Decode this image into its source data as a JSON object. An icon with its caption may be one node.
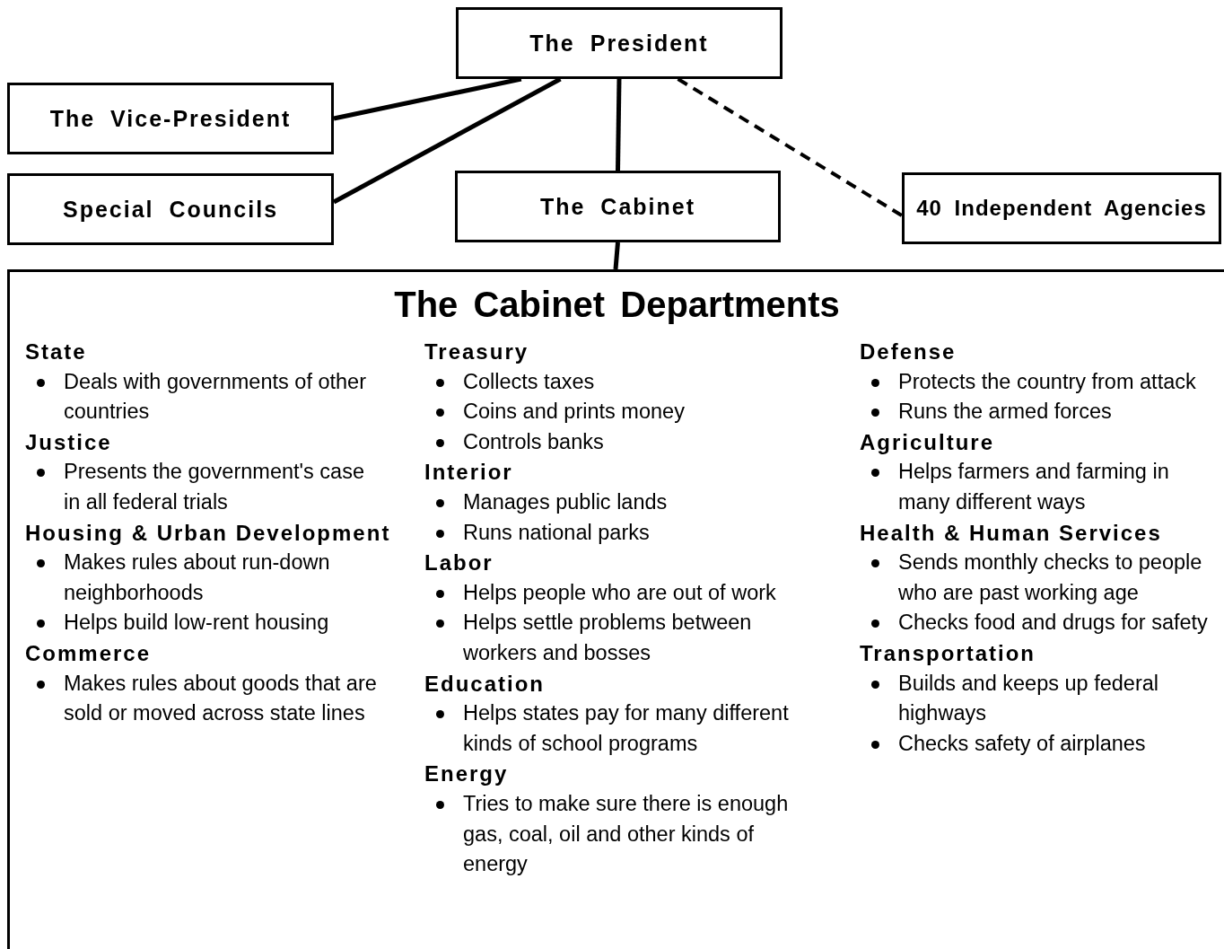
{
  "diagram": {
    "nodes": [
      {
        "text": [
          "The President"
        ]
      },
      {
        "text": [
          "The Vice-President"
        ]
      },
      {
        "text": [
          "Special Councils"
        ]
      },
      {
        "text": [
          "The Cabinet"
        ]
      },
      {
        "text": [
          "40 Independent Agencies"
        ]
      },
      {
        "text": [
          "The Cabinet Departments",
          "State",
          "Deals with governments of other countries",
          "Justice",
          "Presents the government's case in all federal trials",
          "Housing & Urban Development",
          "Makes rules about run-down neighborhoods",
          "Helps build low-rent housing",
          "Commerce",
          "Makes rules about goods that are sold or moved across state lines",
          "Treasury",
          "Collects taxes",
          "Coins and prints money",
          "Controls banks",
          "Interior",
          "Manages public lands",
          "Runs national parks",
          "Labor",
          "Helps people who are out of work",
          "Helps settle problems between workers and bosses",
          "Education",
          "Helps states pay for many different kinds of school programs",
          "Energy",
          "Tries to make sure there is enough gas, coal, oil and other kinds of energy",
          "Defense",
          "Protects the country from attack",
          "Runs the armed forces",
          "Agriculture",
          "Helps farmers and farming in many different ways",
          "Health & Human Services",
          "Sends monthly checks to people who are past working age",
          "Checks food and drugs for safety",
          "Transportation",
          "Builds and keeps up federal highways",
          "Checks safety of airplanes"
        ]
      }
    ],
    "edges": [
      {
        "from": 0,
        "to": 1,
        "arrow": "none"
      },
      {
        "from": 0,
        "to": 2,
        "arrow": "none"
      },
      {
        "from": 0,
        "to": 3,
        "arrow": "none"
      },
      {
        "from": 0,
        "to": 4,
        "arrow": "none",
        "style": "dashed"
      },
      {
        "from": 3,
        "to": 5,
        "arrow": "none"
      }
    ]
  }
}
